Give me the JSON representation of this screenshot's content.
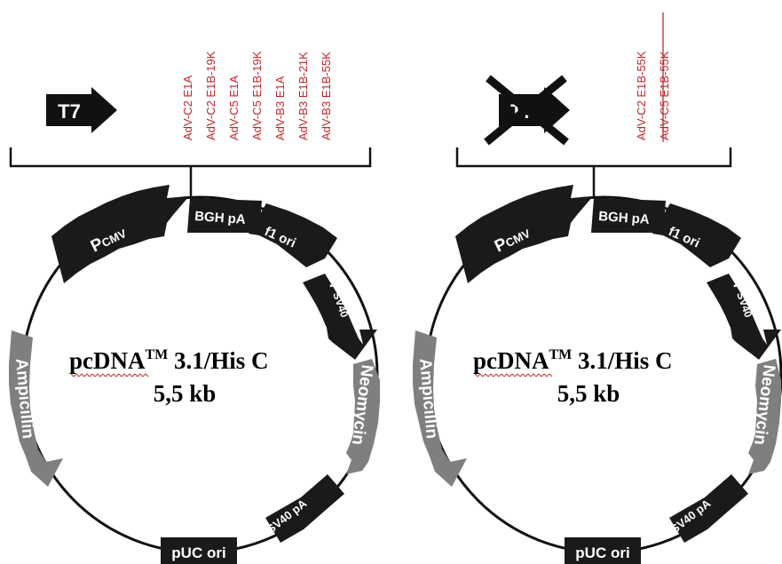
{
  "panels": [
    {
      "promoter_label": "T7",
      "promoter_crossed": false,
      "inserts": [
        {
          "text": "AdV-C2 E1A",
          "struck": false
        },
        {
          "text": "AdV-C2 E1B-19K",
          "struck": false
        },
        {
          "text": "AdV-C5 E1A",
          "struck": false
        },
        {
          "text": "AdV-C5 E1B-19K",
          "struck": false
        },
        {
          "text": "AdV-B3 E1A",
          "struck": false
        },
        {
          "text": "AdV-B3 E1B-21K",
          "struck": false
        },
        {
          "text": "AdV-B3 E1B-55K",
          "struck": false
        }
      ],
      "plasmid": {
        "name_main": "pcDNA",
        "name_sup": "TM",
        "name_suffix": " 3.1/His C",
        "size": "5,5 kb"
      },
      "features": {
        "pcmv_p": "P",
        "pcmv_sub": "CMV",
        "bgh": "BGH pA",
        "f1": "f1 ori",
        "psv40_p": "P",
        "psv40_sub": "SV40",
        "neomycin": "Neomycin",
        "sv40pa": "SV40 pA",
        "puc": "pUC ori",
        "ampicillin": "Ampicillin"
      }
    },
    {
      "promoter_label": "T7",
      "promoter_crossed": true,
      "inserts": [
        {
          "text": "AdV-C2 E1B-55K",
          "struck": false
        },
        {
          "text": "AdV-C5 E1B-55K",
          "struck": true
        }
      ],
      "plasmid": {
        "name_main": "pcDNA",
        "name_sup": "TM",
        "name_suffix": " 3.1/His C",
        "size": "5,5 kb"
      },
      "features": {
        "pcmv_p": "P",
        "pcmv_sub": "CMV",
        "bgh": "BGH pA",
        "f1": "f1 ori",
        "psv40_p": "P",
        "psv40_sub": "SV40",
        "neomycin": "Neomycin",
        "sv40pa": "SV40 pA",
        "puc": "pUC ori",
        "ampicillin": "Ampicillin"
      }
    }
  ],
  "colors": {
    "feature_dark": "#1a1a1a",
    "feature_grey": "#7f7f7f",
    "insert_text": "#c0272d",
    "backbone": "#111111"
  }
}
